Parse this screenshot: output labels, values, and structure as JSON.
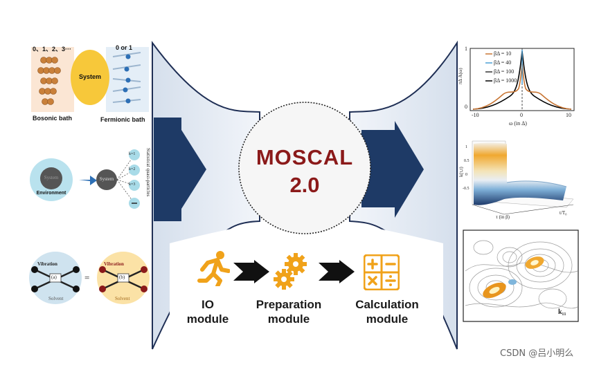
{
  "center": {
    "title_line1": "MOSCAL",
    "title_line2": "2.0"
  },
  "modules": [
    {
      "label_line1": "IO",
      "label_line2": "module",
      "icon": "running-person-icon"
    },
    {
      "label_line1": "Preparation",
      "label_line2": "module",
      "icon": "gears-icon"
    },
    {
      "label_line1": "Calculation",
      "label_line2": "module",
      "icon": "calculator-icon"
    }
  ],
  "left_panels": {
    "baths": {
      "bosonic_numbers": "0、1、2、3···",
      "system_label": "System",
      "fermionic_numbers": "0  or  1",
      "bosonic_label": "Bosonic bath",
      "fermionic_label": "Fermionic bath"
    },
    "environment": {
      "environment_label": "Environment",
      "system_label": "System",
      "vertical_label": "Statistical quasi-particles",
      "k_labels": [
        "k=1",
        "k=2",
        "k=3"
      ]
    },
    "solvent": {
      "vibration_label": "Vibration",
      "solvent_label": "Solvent",
      "a_label": "(a)",
      "b_label": "(b)",
      "equals": "="
    }
  },
  "right_panels": {
    "spectrum": {
      "ylabel": "πΔ A(ω)",
      "xlabel": "ω (in Δ)",
      "yticks": [
        "0",
        "1"
      ],
      "xticks": [
        "-10",
        "0",
        "10"
      ],
      "legend": [
        "βΔ = 10",
        "βΔ = 40",
        "βΔ = 100",
        "βΔ = 1000"
      ],
      "colors": [
        "#c87533",
        "#4a9fd4",
        "#333333",
        "#000000"
      ]
    },
    "surface": {
      "zlabel": "k(τ,t)",
      "zticks": [
        "1",
        "0.5",
        "0",
        "-0.5"
      ],
      "xlabel": "τ (in β)",
      "ylabel": "t/T₀"
    },
    "contour": {
      "label": "k₁₁"
    }
  },
  "watermark": "CSDN @吕小明么"
}
